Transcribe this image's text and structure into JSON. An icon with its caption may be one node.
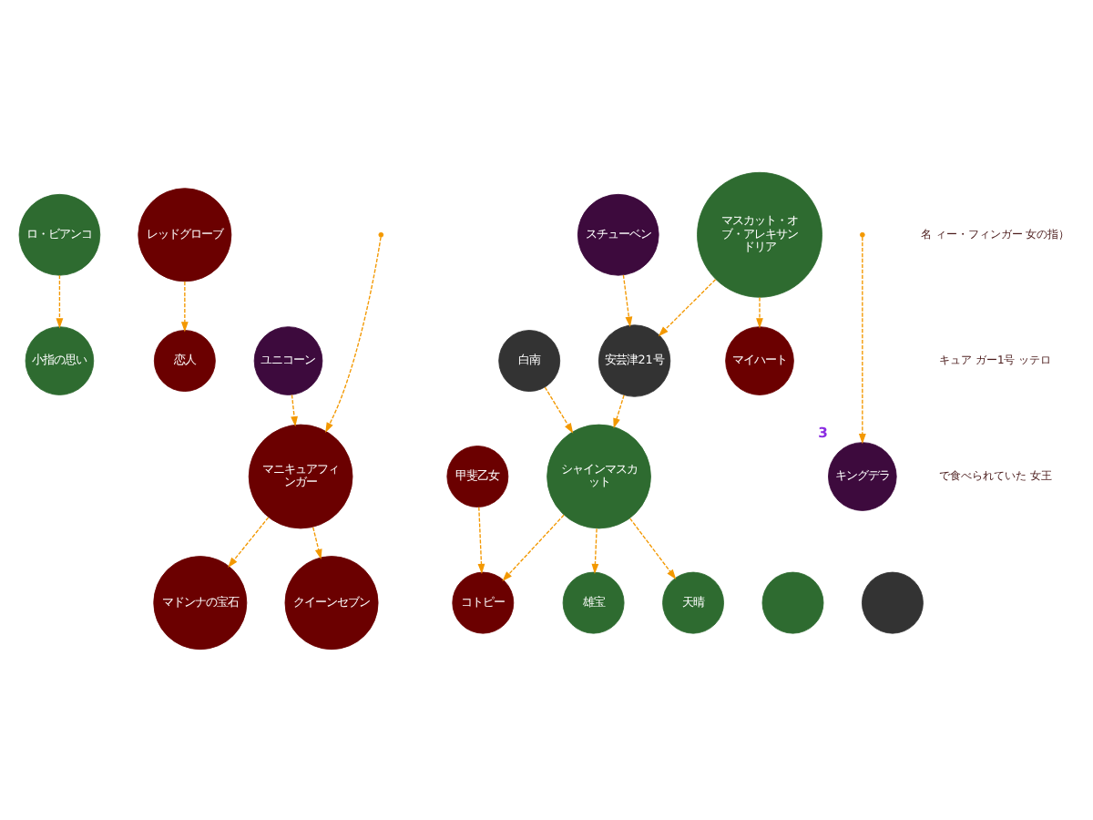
{
  "diagram": {
    "nodes": [
      {
        "text": [
          "ロ・ビアンコ"
        ]
      },
      {
        "text": [
          "恋人"
        ]
      },
      {
        "text": [
          "レッドグローブ"
        ]
      },
      {
        "text": [
          "マニキュアフィンガー"
        ]
      },
      {
        "text": [
          "マドンナの宝石"
        ]
      },
      {
        "text": [
          "ユニコーン"
        ]
      },
      {
        "text": [
          "安芸津21号"
        ]
      },
      {
        "text": [
          "白南"
        ]
      },
      {
        "text": [
          "クイーンセブン"
        ]
      },
      {
        "text": [
          "小指の思い"
        ]
      },
      {
        "text": [
          "シャインマスカット"
        ]
      },
      {
        "text": [
          "スチューベン"
        ]
      },
      {
        "text": [
          "甲斐乙女"
        ]
      },
      {
        "text": [
          "マスカット・オブ・アレキサンドリア"
        ]
      },
      {
        "text": [
          "コトピー"
        ]
      },
      {
        "text": [
          "雄宝"
        ]
      },
      {
        "text": [
          "天晴"
        ]
      },
      {
        "text": [
          "マイハート"
        ]
      },
      {
        "text": [
          "キングデラ"
        ],
        "beside": [
          "3"
        ]
      },
      {
        "text": [],
        "shape": "circle"
      },
      {
        "text": [],
        "shape": "circle"
      }
    ],
    "edges": [
      {
        "from": 0,
        "to": 9,
        "arrow": "to",
        "style": "dashed"
      },
      {
        "from": 2,
        "to": 1,
        "arrow": "to",
        "style": "dashed"
      },
      {
        "from": 5,
        "to": 3,
        "arrow": "to",
        "style": "dashed"
      },
      {
        "from": null,
        "to": 3,
        "arrow": "to",
        "style": "dashed"
      },
      {
        "from": 3,
        "to": 4,
        "arrow": "to",
        "style": "dashed"
      },
      {
        "from": 3,
        "to": 8,
        "arrow": "to",
        "style": "dashed"
      },
      {
        "from": 6,
        "to": 10,
        "arrow": "to",
        "style": "dashed"
      },
      {
        "from": 7,
        "to": 10,
        "arrow": "to",
        "style": "dashed"
      },
      {
        "from": 11,
        "to": 6,
        "arrow": "to",
        "style": "dashed"
      },
      {
        "from": 13,
        "to": 6,
        "arrow": "to",
        "style": "dashed"
      },
      {
        "from": 10,
        "to": 14,
        "arrow": "to",
        "style": "dashed"
      },
      {
        "from": 12,
        "to": 14,
        "arrow": "to",
        "style": "dashed"
      },
      {
        "from": 10,
        "to": 15,
        "arrow": "to",
        "style": "dashed"
      },
      {
        "from": 10,
        "to": 16,
        "arrow": "to",
        "style": "dashed"
      },
      {
        "from": 13,
        "to": 17,
        "arrow": "to",
        "style": "dashed"
      },
      {
        "from": null,
        "to": 18,
        "arrow": "to",
        "style": "dashed"
      }
    ],
    "labels": [
      "名 ィー・フィンガー 女の指）",
      "キュア ガー1号 ッテロ",
      "で食べられていた 女王"
    ]
  }
}
